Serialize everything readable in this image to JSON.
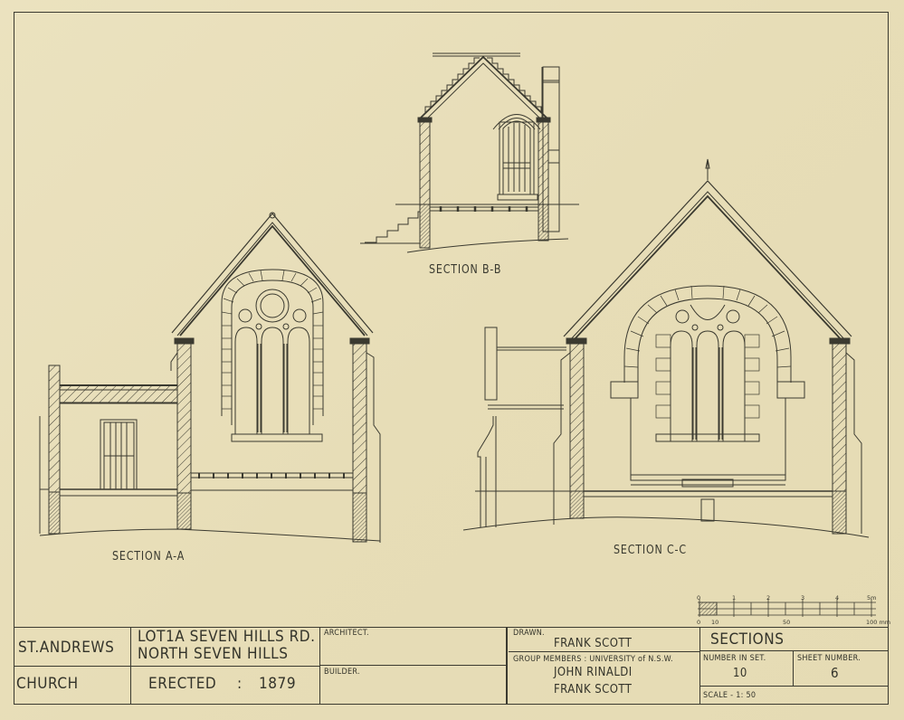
{
  "sheet": {
    "paper_color": "#e9dfba",
    "ink_color": "#3b3a30"
  },
  "drawings": {
    "section_a": {
      "label": "SECTION  A-A"
    },
    "section_b": {
      "label": "SECTION  B-B"
    },
    "section_c": {
      "label": "SECTION  C-C"
    }
  },
  "scale_bar": {
    "metre_ticks": [
      "0",
      "1",
      "2",
      "3",
      "4",
      "5m"
    ],
    "mm_ticks": [
      "0",
      "10",
      "50",
      "100 mm"
    ]
  },
  "title_block": {
    "building_name_line1": "ST.ANDREWS",
    "building_name_line2": "CHURCH",
    "address_line1": "LOT1A SEVEN  HILLS  RD.",
    "address_line2": "NORTH   SEVEN  HILLS",
    "erected_label": "ERECTED",
    "erected_separator": ":",
    "erected_year": "1879",
    "architect_label": "ARCHITECT.",
    "architect_value": "",
    "builder_label": "BUILDER.",
    "builder_value": "",
    "drawn_label": "DRAWN.",
    "drawn_value": "FRANK  SCOTT",
    "group_members_label": "GROUP  MEMBERS : UNIVERSITY  of  N.S.W.",
    "group_members": [
      "JOHN   RINALDI",
      "FRANK  SCOTT"
    ],
    "sheet_title": "SECTIONS",
    "number_in_set_label": "NUMBER  IN  SET.",
    "number_in_set_value": "10",
    "sheet_number_label": "SHEET  NUMBER.",
    "sheet_number_value": "6",
    "scale_label": "SCALE - 1: 50"
  }
}
